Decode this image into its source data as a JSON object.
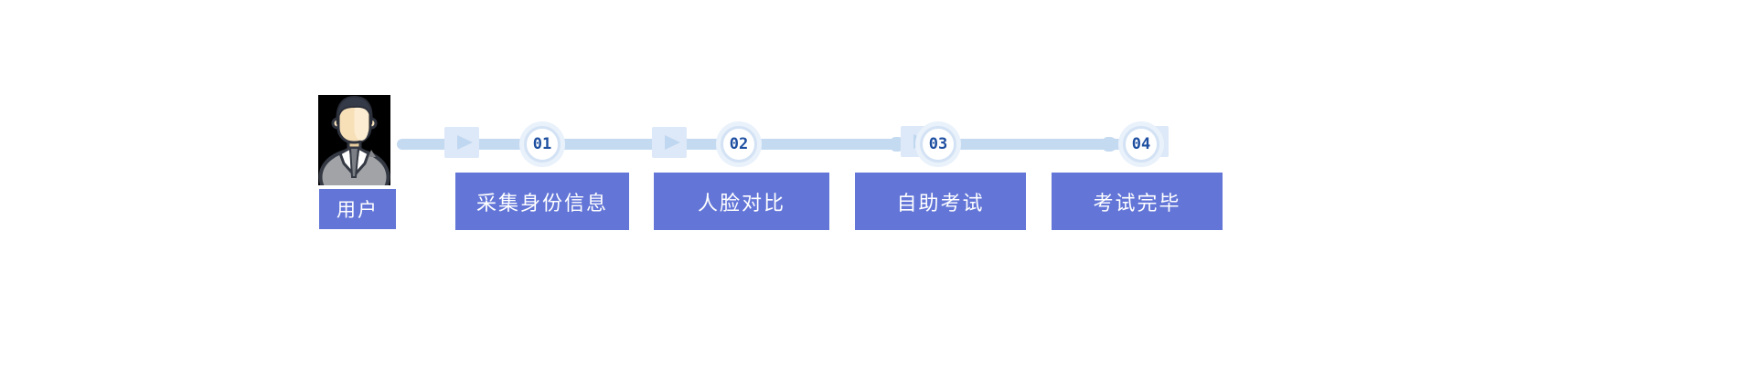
{
  "flow": {
    "user": {
      "label": "用户",
      "avatar_icon": "user-avatar"
    },
    "steps": [
      {
        "number": "01",
        "label": "采集身份信息"
      },
      {
        "number": "02",
        "label": "人脸对比"
      },
      {
        "number": "03",
        "label": "自助考试"
      },
      {
        "number": "04",
        "label": "考试完毕"
      }
    ],
    "colors": {
      "step_box": "#6376d7",
      "step_box_text": "#ffffff",
      "line": "#c4daf1",
      "arrow_square": "#dde9f8",
      "chevron": "#c0d7f1",
      "circle_fill": "#ffffff",
      "circle_border": "#d3e2f4",
      "circle_halo": "#e9f1fb",
      "number_text": "#1e4fa0",
      "avatar_background": "#000000"
    }
  }
}
